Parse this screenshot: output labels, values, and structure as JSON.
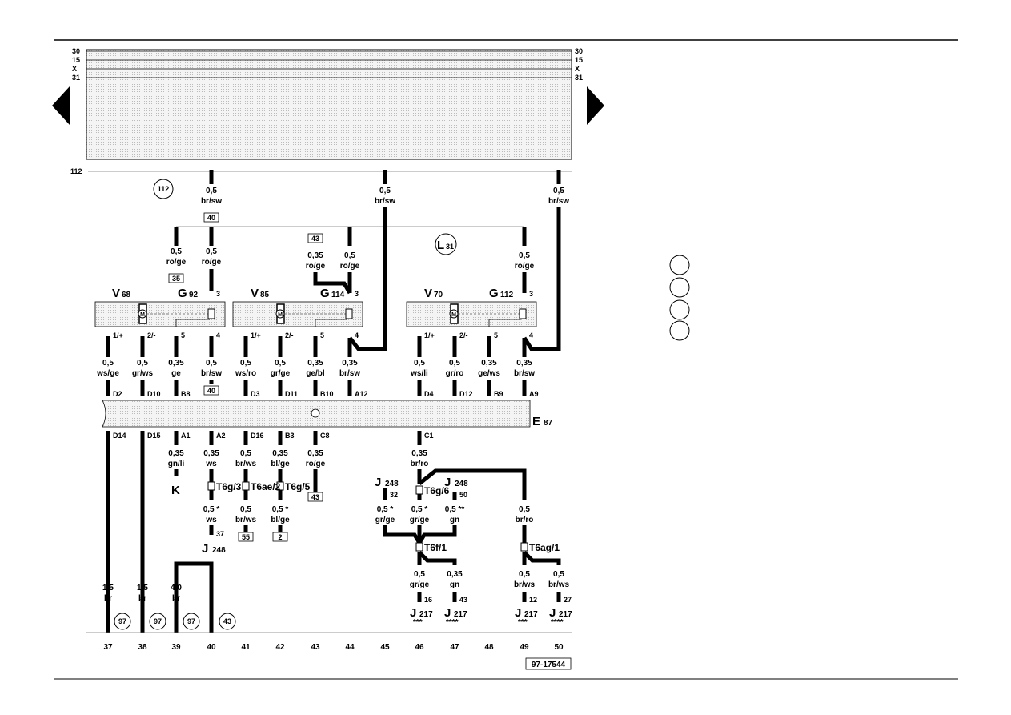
{
  "arrows": {
    "prev": "arrow-left-icon",
    "next": "arrow-right-icon"
  },
  "rails": [
    "30",
    "15",
    "X",
    "31"
  ],
  "line112": {
    "label": "112",
    "ref": "112"
  },
  "ground_point": {
    "main": "L",
    "sub": "31"
  },
  "components": {
    "V68": {
      "main": "V",
      "sub": "68"
    },
    "G92": {
      "main": "G",
      "sub": "92"
    },
    "V85": {
      "main": "V",
      "sub": "85"
    },
    "G114": {
      "main": "G",
      "sub": "114"
    },
    "V70": {
      "main": "V",
      "sub": "70"
    },
    "G112": {
      "main": "G",
      "sub": "112"
    },
    "E87": {
      "main": "E",
      "sub": "87"
    },
    "K": {
      "main": "K"
    },
    "J248a": {
      "main": "J",
      "sub": "248"
    },
    "J248b": {
      "main": "J",
      "sub": "248"
    },
    "J248c": {
      "main": "J",
      "sub": "248"
    },
    "J217a": {
      "main": "J",
      "sub": "217",
      "stars": "***"
    },
    "J217b": {
      "main": "J",
      "sub": "217",
      "stars": "****"
    },
    "J217c": {
      "main": "J",
      "sub": "217",
      "stars": "***"
    },
    "J217d": {
      "main": "J",
      "sub": "217",
      "stars": "****"
    }
  },
  "connectors": {
    "T6g3": "T6g/3",
    "T6ae2": "T6ae/2",
    "T6g5": "T6g/5",
    "T6g6": "T6g/6",
    "T6f1": "T6f/1",
    "T6ag1": "T6ag/1"
  },
  "pins": {
    "m1": "3",
    "m2": "3",
    "m3": "3",
    "a1": "1/+",
    "a2": "2/-",
    "a3": "5",
    "a4": "4",
    "b1": "1/+",
    "b2": "2/-",
    "b3": "5",
    "b4": "4",
    "c1": "1/+",
    "c2": "2/-",
    "c3": "5",
    "c4": "4",
    "j32": "32",
    "j50": "50",
    "j37": "37",
    "j16": "16",
    "j43": "43",
    "j12": "12",
    "j27": "27"
  },
  "terminals_top": [
    "D2",
    "D10",
    "B8",
    "D3",
    "D11",
    "B10",
    "A12",
    "D4",
    "D12",
    "B9",
    "A9"
  ],
  "terminals_bottom": [
    "D14",
    "D15",
    "A1",
    "A2",
    "D16",
    "B3",
    "C8",
    "C1"
  ],
  "wires": {
    "w01": {
      "size": "0,5",
      "color": "br/sw"
    },
    "w02": {
      "size": "0,5",
      "color": "br/sw"
    },
    "w03": {
      "size": "0,5",
      "color": "br/sw"
    },
    "w04": {
      "size": "0,5",
      "color": "ro/ge"
    },
    "w05": {
      "size": "0,5",
      "color": "ro/ge"
    },
    "w06": {
      "size": "0,35",
      "color": "ro/ge"
    },
    "w07": {
      "size": "0,5",
      "color": "ro/ge"
    },
    "w08": {
      "size": "0,5",
      "color": "ro/ge"
    },
    "r01": {
      "size": "0,5",
      "color": "ws/ge"
    },
    "r02": {
      "size": "0,5",
      "color": "gr/ws"
    },
    "r03": {
      "size": "0,35",
      "color": "ge"
    },
    "r04": {
      "size": "0,5",
      "color": "br/sw"
    },
    "r05": {
      "size": "0,5",
      "color": "ws/ro"
    },
    "r06": {
      "size": "0,5",
      "color": "gr/ge"
    },
    "r07": {
      "size": "0,35",
      "color": "ge/bl"
    },
    "r08": {
      "size": "0,35",
      "color": "br/sw"
    },
    "r09": {
      "size": "0,5",
      "color": "ws/li"
    },
    "r10": {
      "size": "0,5",
      "color": "gr/ro"
    },
    "r11": {
      "size": "0,35",
      "color": "ge/ws"
    },
    "r12": {
      "size": "0,35",
      "color": "br/sw"
    },
    "l01": {
      "size": "0,35",
      "color": "gn/li"
    },
    "l02": {
      "size": "0,35",
      "color": "ws"
    },
    "l03": {
      "size": "0,5",
      "color": "br/ws"
    },
    "l04": {
      "size": "0,35",
      "color": "bl/ge"
    },
    "l05": {
      "size": "0,35",
      "color": "ro/ge"
    },
    "l06": {
      "size": "0,35",
      "color": "br/ro"
    },
    "l07": {
      "size": "0,5 *",
      "color": "ws"
    },
    "l08": {
      "size": "0,5",
      "color": "br/ws"
    },
    "l09": {
      "size": "0,5 *",
      "color": "bl/ge"
    },
    "l10": {
      "size": "0,5 *",
      "color": "gr/ge"
    },
    "l11": {
      "size": "0,5 *",
      "color": "gr/ge"
    },
    "l12": {
      "size": "0,5 **",
      "color": "gn"
    },
    "l13": {
      "size": "0,5",
      "color": "br/ro"
    },
    "l14": {
      "size": "0,5",
      "color": "gr/ge"
    },
    "l15": {
      "size": "0,35",
      "color": "gn"
    },
    "l16": {
      "size": "0,5",
      "color": "br/ws"
    },
    "l17": {
      "size": "0,5",
      "color": "br/ws"
    },
    "g01": {
      "size": "1,5",
      "color": "br"
    },
    "g02": {
      "size": "1,5",
      "color": "br"
    },
    "g03": {
      "size": "4,0",
      "color": "br"
    }
  },
  "boxes": {
    "b40a": "40",
    "b35": "35",
    "b43a": "43",
    "b40b": "40",
    "b43b": "43",
    "b55": "55",
    "b2": "2"
  },
  "ground_refs": [
    "97",
    "97",
    "97",
    "43"
  ],
  "tracks": [
    "37",
    "38",
    "39",
    "40",
    "41",
    "42",
    "43",
    "44",
    "45",
    "46",
    "47",
    "48",
    "49",
    "50"
  ],
  "diagram_id": "97-17544"
}
